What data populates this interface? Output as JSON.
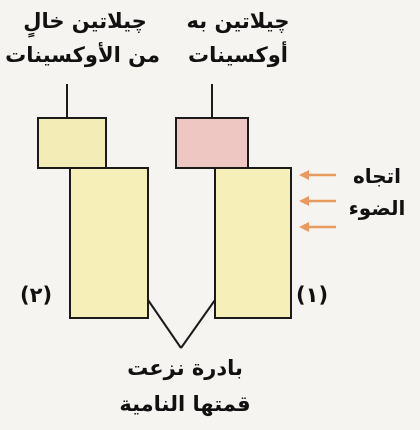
{
  "left_setup": {
    "label_line1": "چيلاتين خالٍ",
    "label_line2": "من الأوكسينات",
    "number": "(٢)"
  },
  "right_setup": {
    "label_line1": "چيلاتين به",
    "label_line2": "أوكسينات",
    "number": "(١)"
  },
  "light_label": {
    "line1": "اتجاه",
    "line2": "الضوء"
  },
  "bottom_label": {
    "line1": "بادرة نزعت",
    "line2": "قمتها النامية"
  },
  "colors": {
    "background": "#f6f4f1",
    "gelatin_plain": "#f4ecb6",
    "gelatin_auxin": "#efc7c2",
    "seedling": "#f7efb8",
    "arrow": "#e99a5e",
    "outline": "#1a1a1a"
  }
}
